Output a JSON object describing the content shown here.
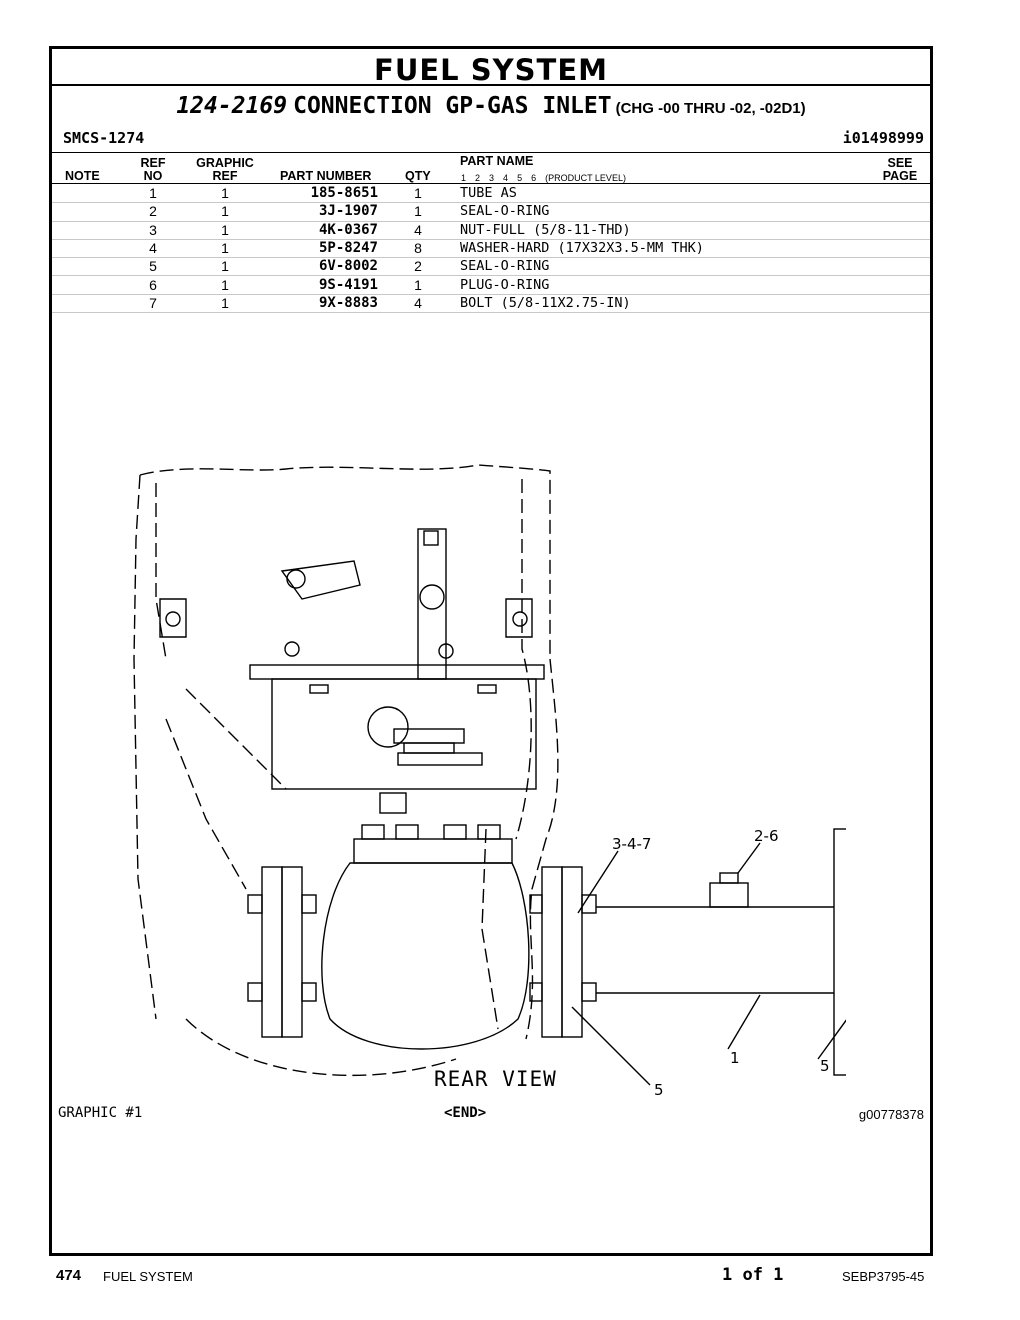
{
  "header": {
    "title": "FUEL SYSTEM",
    "group_number": "124-2169",
    "group_name": "CONNECTION GP-GAS INLET",
    "change_range": "(CHG -00 THRU -02, -02D1)",
    "smcs": "SMCS-1274",
    "ident": "i01498999"
  },
  "columns": {
    "note": "NOTE",
    "ref_top": "REF",
    "ref_bottom": "NO",
    "graphic_top": "GRAPHIC",
    "graphic_bottom": "REF",
    "part_number": "PART NUMBER",
    "qty": "QTY",
    "part_name": "PART NAME",
    "product_levels": [
      "1",
      "2",
      "3",
      "4",
      "5",
      "6"
    ],
    "product_level_label": "(PRODUCT LEVEL)",
    "see_top": "SEE",
    "see_bottom": "PAGE"
  },
  "parts": [
    {
      "ref": "1",
      "graphic_ref": "1",
      "part_number": "185-8651",
      "qty": "1",
      "name": "TUBE AS"
    },
    {
      "ref": "2",
      "graphic_ref": "1",
      "part_number": "3J-1907",
      "qty": "1",
      "name": "SEAL-O-RING"
    },
    {
      "ref": "3",
      "graphic_ref": "1",
      "part_number": "4K-0367",
      "qty": "4",
      "name": "NUT-FULL (5/8-11-THD)"
    },
    {
      "ref": "4",
      "graphic_ref": "1",
      "part_number": "5P-8247",
      "qty": "8",
      "name": "WASHER-HARD (17X32X3.5-MM THK)"
    },
    {
      "ref": "5",
      "graphic_ref": "1",
      "part_number": "6V-8002",
      "qty": "2",
      "name": "SEAL-O-RING"
    },
    {
      "ref": "6",
      "graphic_ref": "1",
      "part_number": "9S-4191",
      "qty": "1",
      "name": "PLUG-O-RING"
    },
    {
      "ref": "7",
      "graphic_ref": "1",
      "part_number": "9X-8883",
      "qty": "4",
      "name": "BOLT (5/8-11X2.75-IN)"
    }
  ],
  "drawing": {
    "callouts": {
      "c347": "3-4-7",
      "c26": "2-6",
      "c1": "1",
      "c5a": "5",
      "c5b": "5"
    },
    "view_label": "REAR VIEW"
  },
  "graphic_label": "GRAPHIC #1",
  "end_label": "<END>",
  "graphic_number": "g00778378",
  "footer": {
    "page": "474",
    "section": "FUEL SYSTEM",
    "page_of": "1 of 1",
    "doc": "SEBP3795-45"
  }
}
